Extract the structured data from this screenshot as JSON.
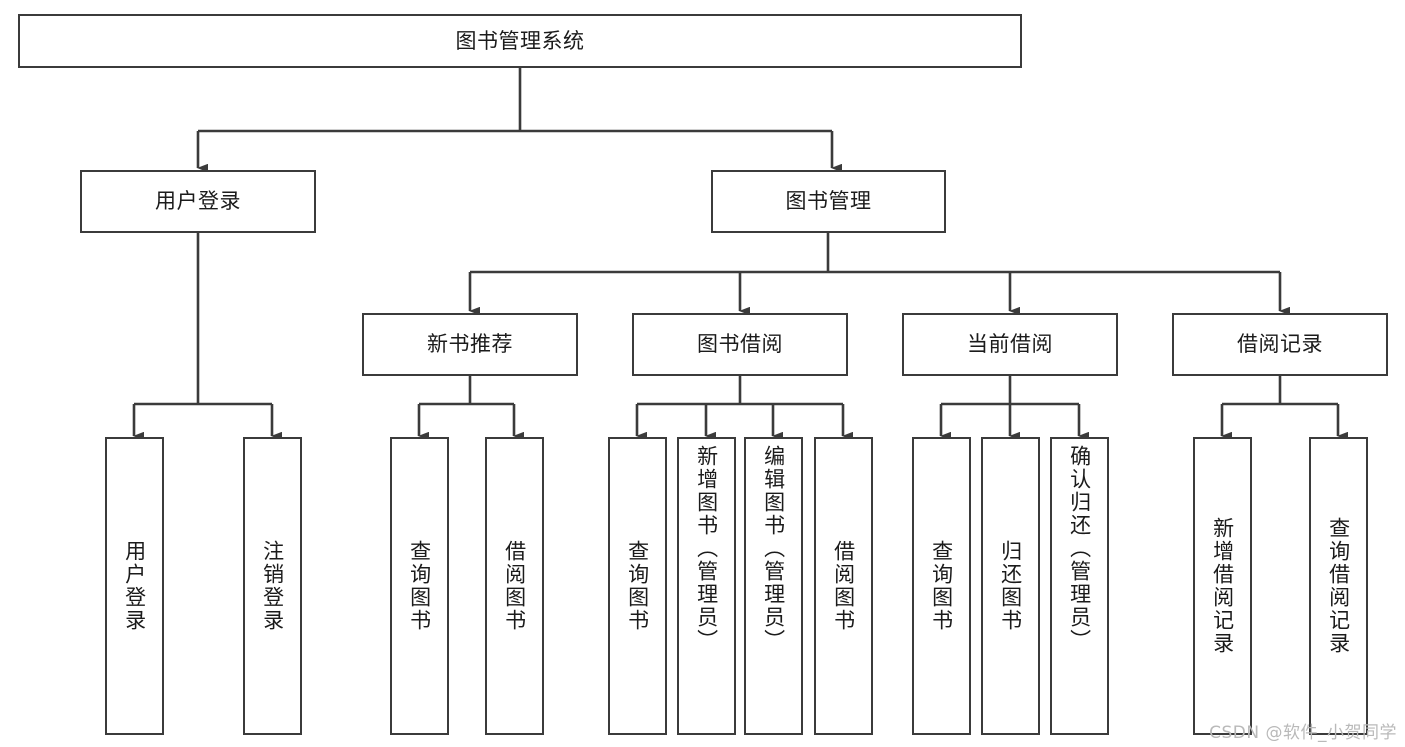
{
  "diagram": {
    "title": "图书管理系统",
    "type": "tree-hierarchy-chart",
    "root": {
      "label": "图书管理系统"
    },
    "level2": [
      {
        "label": "用户登录"
      },
      {
        "label": "图书管理"
      }
    ],
    "level3": [
      {
        "label": "新书推荐"
      },
      {
        "label": "图书借阅"
      },
      {
        "label": "当前借阅"
      },
      {
        "label": "借阅记录"
      }
    ],
    "leaves": {
      "user_login": [
        {
          "label": "用户登录"
        },
        {
          "label": "注销登录"
        }
      ],
      "new_book_recommend": [
        {
          "label": "查询图书"
        },
        {
          "label": "借阅图书"
        }
      ],
      "book_borrow": [
        {
          "label": "查询图书"
        },
        {
          "label": "新增图书（管理员）"
        },
        {
          "label": "编辑图书（管理员）"
        },
        {
          "label": "借阅图书"
        }
      ],
      "current_borrow": [
        {
          "label": "查询图书"
        },
        {
          "label": "归还图书"
        },
        {
          "label": "确认归还（管理员）"
        }
      ],
      "borrow_record": [
        {
          "label": "新增借阅记录"
        },
        {
          "label": "查询借阅记录"
        }
      ]
    }
  },
  "watermark": {
    "text": "CSDN @软件_小贺同学"
  },
  "colors": {
    "stroke": "#3b3b3b",
    "background": "#ffffff",
    "text": "#1b1b1b",
    "watermark": "#b9b9b9"
  }
}
